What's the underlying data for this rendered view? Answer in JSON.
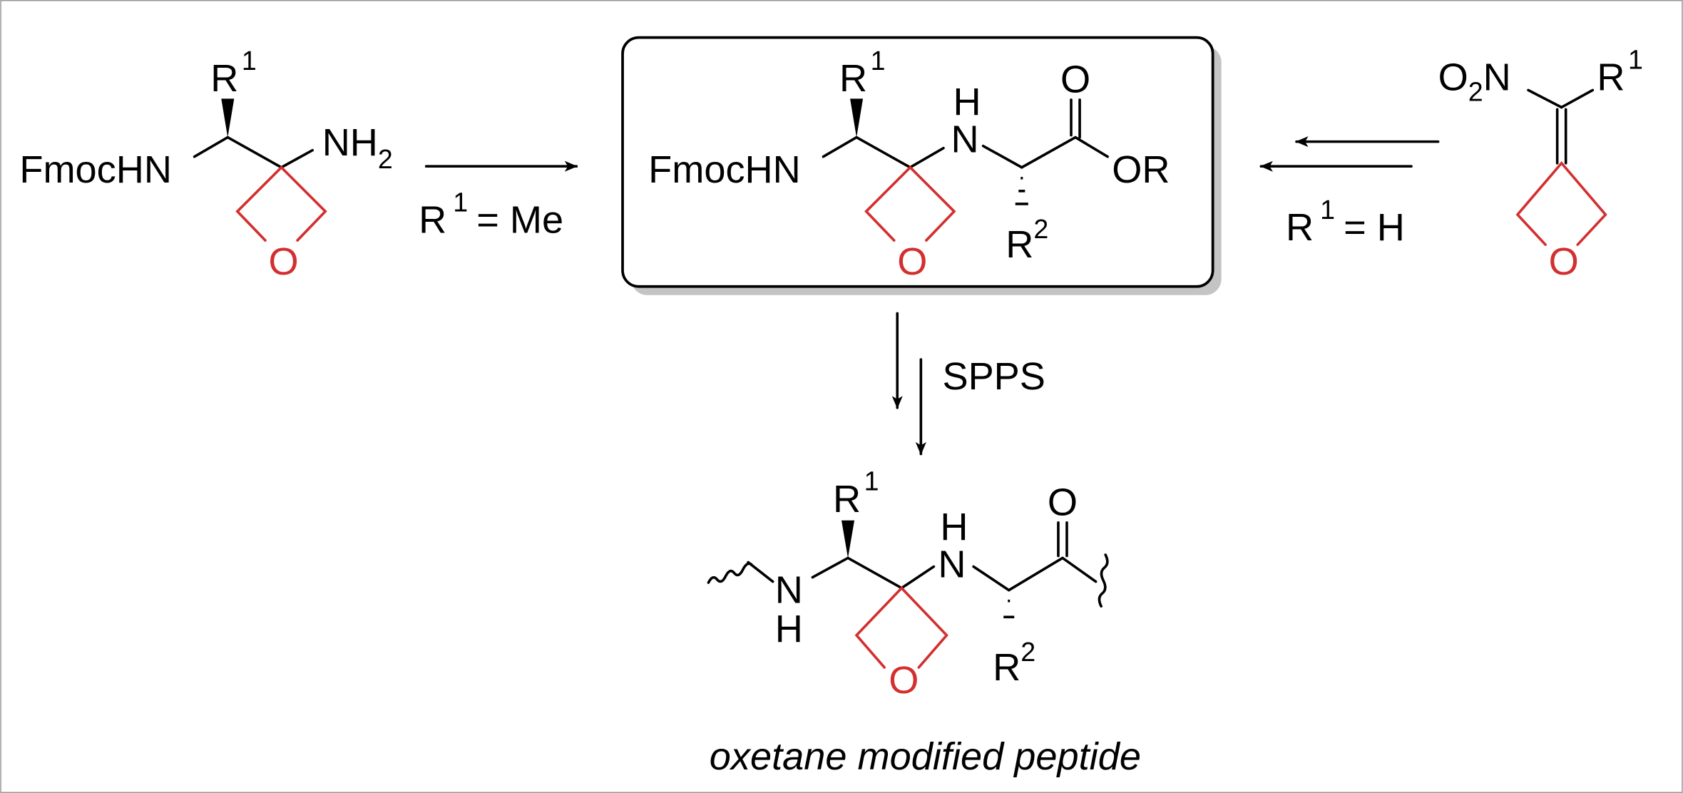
{
  "colors": {
    "oxetane": "#d32f2f",
    "bonds": "#000000",
    "shadow": "#c4c4c4"
  },
  "left_molecule": {
    "protecting_group": "FmocHN",
    "substituent": "R",
    "substituent_index": "1",
    "amine": "NH",
    "amine_sub": "2",
    "ring_oxygen": "O"
  },
  "left_conditions": {
    "r": "R",
    "index": "1",
    "rest": "= Me"
  },
  "boxed_molecule": {
    "protecting_group": "FmocHN",
    "substituent": "R",
    "substituent_index": "1",
    "nh_n": "N",
    "nh_h": "H",
    "carbonyl_o": "O",
    "ester": "OR",
    "side_chain": "R",
    "side_chain_index": "2",
    "ring_oxygen": "O"
  },
  "right_conditions": {
    "r": "R",
    "index": "1",
    "rest": "= H"
  },
  "right_molecule": {
    "nitro": "O",
    "nitro_sub": "2",
    "nitro_n": "N",
    "substituent": "R",
    "substituent_index": "1",
    "ring_oxygen": "O"
  },
  "down_step": {
    "label": "SPPS"
  },
  "product": {
    "n1": "N",
    "h1": "H",
    "substituent": "R",
    "substituent_index": "1",
    "n2": "N",
    "h2": "H",
    "carbonyl_o": "O",
    "side_chain": "R",
    "side_chain_index": "2",
    "ring_oxygen": "O",
    "caption": "oxetane modified peptide"
  }
}
